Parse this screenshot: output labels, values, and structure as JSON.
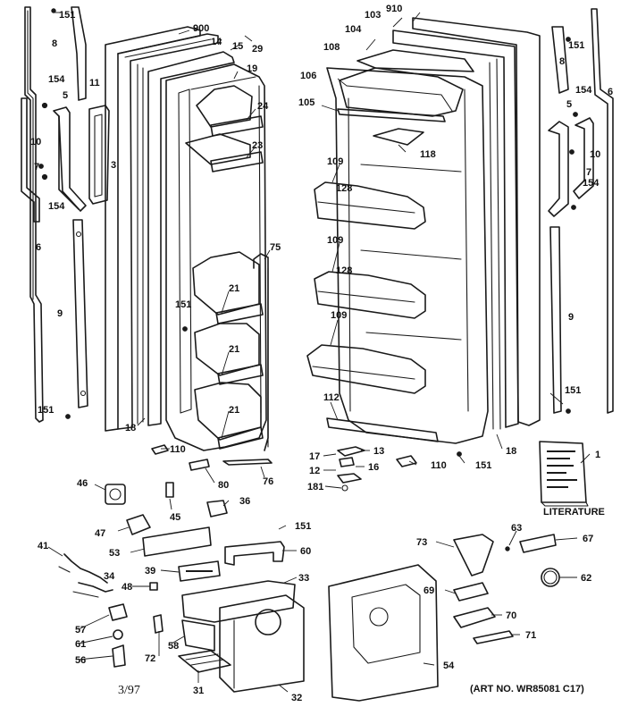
{
  "diagram": {
    "caption_literature": "LITERATURE",
    "art_number": "(ART NO. WR85081 C17)",
    "date_mark": "3/97",
    "callouts": [
      {
        "id": "c151a",
        "label": "151"
      },
      {
        "id": "c8a",
        "label": "8"
      },
      {
        "id": "c900",
        "label": "900"
      },
      {
        "id": "c14",
        "label": "14"
      },
      {
        "id": "c15",
        "label": "15"
      },
      {
        "id": "c29",
        "label": "29"
      },
      {
        "id": "c103",
        "label": "103"
      },
      {
        "id": "c910",
        "label": "910"
      },
      {
        "id": "c104",
        "label": "104"
      },
      {
        "id": "c108",
        "label": "108"
      },
      {
        "id": "c151b",
        "label": "151"
      },
      {
        "id": "c8b",
        "label": "8"
      },
      {
        "id": "c6b",
        "label": "6"
      },
      {
        "id": "c19",
        "label": "19"
      },
      {
        "id": "c106",
        "label": "106"
      },
      {
        "id": "c154a",
        "label": "154"
      },
      {
        "id": "c11",
        "label": "11"
      },
      {
        "id": "c5a",
        "label": "5"
      },
      {
        "id": "c105",
        "label": "105"
      },
      {
        "id": "c154b",
        "label": "154"
      },
      {
        "id": "c24",
        "label": "24"
      },
      {
        "id": "c5b",
        "label": "5"
      },
      {
        "id": "c10a",
        "label": "10"
      },
      {
        "id": "c3",
        "label": "3"
      },
      {
        "id": "c23",
        "label": "23"
      },
      {
        "id": "c118",
        "label": "118"
      },
      {
        "id": "c10b",
        "label": "10"
      },
      {
        "id": "c7a",
        "label": "7"
      },
      {
        "id": "c109a",
        "label": "109"
      },
      {
        "id": "c7b",
        "label": "7"
      },
      {
        "id": "c154c",
        "label": "154"
      },
      {
        "id": "c128a",
        "label": "128"
      },
      {
        "id": "c154d",
        "label": "154"
      },
      {
        "id": "c6a",
        "label": "6"
      },
      {
        "id": "c75",
        "label": "75"
      },
      {
        "id": "c109b",
        "label": "109"
      },
      {
        "id": "c128b",
        "label": "128"
      },
      {
        "id": "c21a",
        "label": "21"
      },
      {
        "id": "c151c",
        "label": "151"
      },
      {
        "id": "c9a",
        "label": "9"
      },
      {
        "id": "c9b",
        "label": "9"
      },
      {
        "id": "c109c",
        "label": "109"
      },
      {
        "id": "c21b",
        "label": "21"
      },
      {
        "id": "c151d",
        "label": "151"
      },
      {
        "id": "c112",
        "label": "112"
      },
      {
        "id": "c151e",
        "label": "151"
      },
      {
        "id": "c21c",
        "label": "21"
      },
      {
        "id": "c18a",
        "label": "18"
      },
      {
        "id": "c110a",
        "label": "110"
      },
      {
        "id": "c17",
        "label": "17"
      },
      {
        "id": "c13",
        "label": "13"
      },
      {
        "id": "c18b",
        "label": "18"
      },
      {
        "id": "c1",
        "label": "1"
      },
      {
        "id": "c12",
        "label": "12"
      },
      {
        "id": "c16",
        "label": "16"
      },
      {
        "id": "c110b",
        "label": "110"
      },
      {
        "id": "c151f",
        "label": "151"
      },
      {
        "id": "c76",
        "label": "76"
      },
      {
        "id": "c80",
        "label": "80"
      },
      {
        "id": "c181",
        "label": "181"
      },
      {
        "id": "c46",
        "label": "46"
      },
      {
        "id": "c36",
        "label": "36"
      },
      {
        "id": "c45",
        "label": "45"
      },
      {
        "id": "c151g",
        "label": "151"
      },
      {
        "id": "c47",
        "label": "47"
      },
      {
        "id": "c63",
        "label": "63"
      },
      {
        "id": "c67",
        "label": "67"
      },
      {
        "id": "c73",
        "label": "73"
      },
      {
        "id": "c41",
        "label": "41"
      },
      {
        "id": "c53",
        "label": "53"
      },
      {
        "id": "c60",
        "label": "60"
      },
      {
        "id": "c39",
        "label": "39"
      },
      {
        "id": "c33",
        "label": "33"
      },
      {
        "id": "c34",
        "label": "34"
      },
      {
        "id": "c62",
        "label": "62"
      },
      {
        "id": "c48",
        "label": "48"
      },
      {
        "id": "c69",
        "label": "69"
      },
      {
        "id": "c57",
        "label": "57"
      },
      {
        "id": "c70",
        "label": "70"
      },
      {
        "id": "c61",
        "label": "61"
      },
      {
        "id": "c58",
        "label": "58"
      },
      {
        "id": "c71",
        "label": "71"
      },
      {
        "id": "c56",
        "label": "56"
      },
      {
        "id": "c72",
        "label": "72"
      },
      {
        "id": "c54",
        "label": "54"
      },
      {
        "id": "c31",
        "label": "31"
      },
      {
        "id": "c32",
        "label": "32"
      }
    ]
  }
}
